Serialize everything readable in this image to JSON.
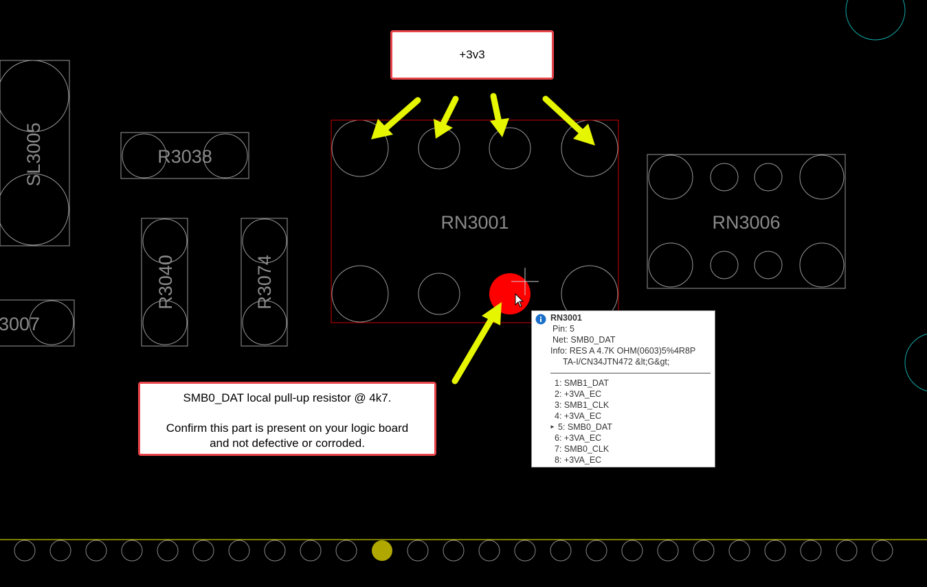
{
  "components": {
    "sl3005": "SL3005",
    "r3038": "R3038",
    "r3040": "R3040",
    "r3074": "R3074",
    "r3007": "3007",
    "rn3001": "RN3001",
    "rn3006": "RN3006"
  },
  "callouts": {
    "top": "+3v3",
    "bottom_line1": "SMB0_DAT local pull-up resistor @ 4k7.",
    "bottom_line2": "Confirm this part is present on your logic board",
    "bottom_line3": "and not defective or corroded."
  },
  "tooltip": {
    "title": "RN3001",
    "pin": "Pin: 5",
    "net": "Net: SMB0_DAT",
    "info1": "Info: RES A 4.7K OHM(0603)5%4R8P",
    "info2": "TA-I/CN34JTN472 &lt;G&gt;",
    "pins": [
      "1: SMB1_DAT",
      "2: +3VA_EC",
      "3: SMB1_CLK",
      "4: +3VA_EC",
      "5: SMB0_DAT",
      "6: +3VA_EC",
      "7: SMB0_CLK",
      "8: +3VA_EC"
    ],
    "selected_marker": "►",
    "selected_index": 4
  },
  "colors": {
    "highlight": "#ff0000",
    "arrow": "#e6f500",
    "callout_border": "#e8454a",
    "rail": "#ffff00",
    "selected_pad": "#b0a800"
  }
}
